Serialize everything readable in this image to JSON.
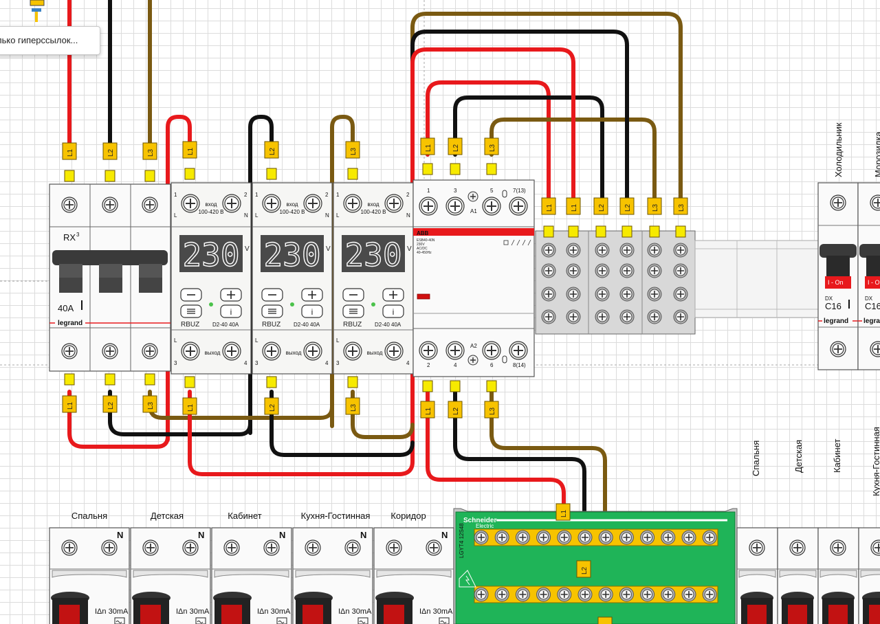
{
  "tooltip": {
    "text": "лько гиперссылок..."
  },
  "phase_labels": {
    "l1": "L1",
    "l2": "L2",
    "l3": "L3"
  },
  "breaker_rx3": {
    "brand": "RX",
    "sup": "3",
    "rating": "40A",
    "maker": "legrand"
  },
  "voltage_relay": {
    "display": "230",
    "unit": "V",
    "input_label": "вход",
    "input_range": "100-420 В",
    "output_label": "выход",
    "model": "RBUZ",
    "spec": "D2-40  40A",
    "term_l": "L",
    "term_n": "N",
    "t1": "1",
    "t2": "2",
    "t3": "3",
    "t4": "4"
  },
  "contactor": {
    "brand": "ABB",
    "top_terms": [
      "1",
      "3",
      "5",
      "7(13)"
    ],
    "bottom_terms": [
      "2",
      "4",
      "6",
      "8(14)"
    ],
    "a1": "A1",
    "a2": "A2",
    "spec_lines": [
      "ESB40-40N",
      "230V",
      "AC/DC",
      "40-450Hz"
    ]
  },
  "right_breakers": {
    "labels": [
      "Холодильник",
      "Морозилка"
    ],
    "on_text": "I - On",
    "type": "DX",
    "rating": "C16",
    "maker": "legrand"
  },
  "rcd_row": {
    "labels": [
      "Спальня",
      "Детская",
      "Кабинет",
      "Кухня-Гостинная",
      "Коридор"
    ],
    "n_label": "N",
    "rating": "IΔn 30mA"
  },
  "right_rcd_labels": [
    "Спальня",
    "Детская",
    "Кабинет",
    "Кухня-Гостинная"
  ],
  "busbar": {
    "brand": "Schneider",
    "sub": "Electric",
    "code": "LGYT4 12S48"
  },
  "colors": {
    "l1": "#e8191c",
    "l2": "#111111",
    "l3": "#7a5a12",
    "label_fill": "#f7c300",
    "green": "#1fb458"
  }
}
